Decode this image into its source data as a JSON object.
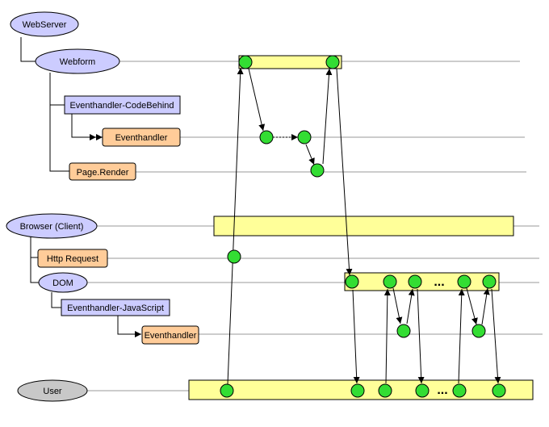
{
  "nodes": {
    "webserver": "WebServer",
    "webform": "Webform",
    "eventhandler_codebehind": "Eventhandler-CodeBehind",
    "eventhandler_server": "Eventhandler",
    "page_render": "Page.Render",
    "browser_client": "Browser (Client)",
    "http_request": "Http Request",
    "dom": "DOM",
    "eventhandler_javascript": "Eventhandler-JavaScript",
    "eventhandler_client": "Eventhandler",
    "user": "User"
  },
  "ellipsis": "...",
  "colors": {
    "ellipse_fill": "#ccccff",
    "user_fill": "#c8c8c8",
    "rect_blue_fill": "#ccccff",
    "rect_orange_fill": "#ffcc99",
    "activation_fill": "#ffff99",
    "event_dot_fill": "#33dd33",
    "timeline_stroke": "#999999"
  }
}
